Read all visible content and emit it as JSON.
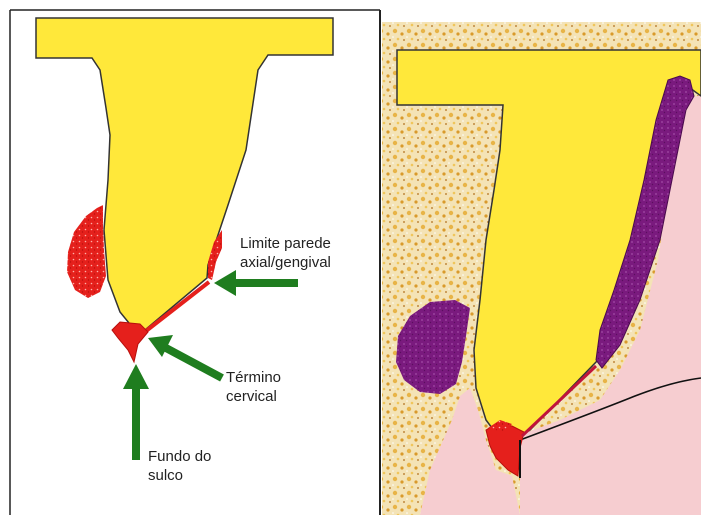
{
  "labels": {
    "limite_line1": "Limite parede",
    "limite_line2": "axial/gengival",
    "termino_line1": "Término",
    "termino_line2": "cervical",
    "fundo_line1": "Fundo do",
    "fundo_line2": "sulco"
  },
  "colors": {
    "tooth": "#ffe83a",
    "outline": "#333333",
    "red_material": "#e5201c",
    "purple_material": "#7a1a7e",
    "gingiva": "#f6cdd0",
    "bone": "#f3dca8",
    "arrow": "#1f7d1f",
    "background": "#ffffff"
  },
  "icons": {
    "arrow": "green-arrow-icon"
  }
}
